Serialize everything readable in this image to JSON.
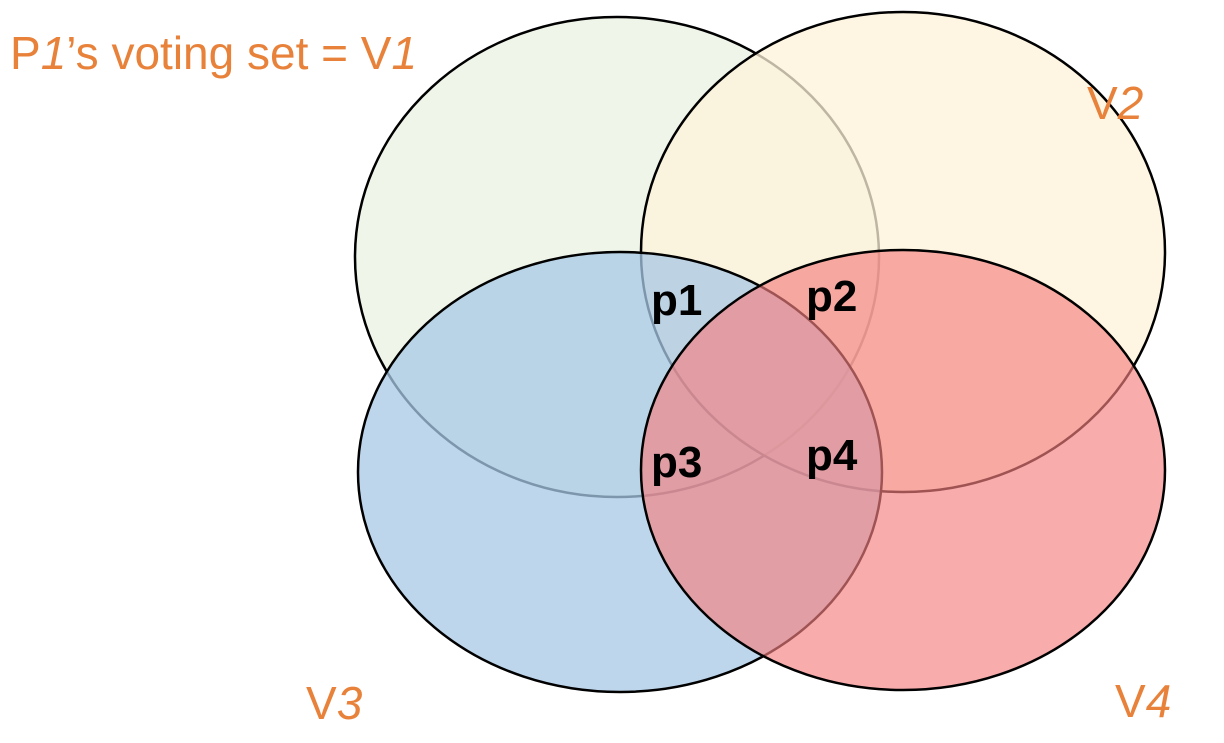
{
  "title": {
    "prefix": "P",
    "index": "1",
    "suffix": "’s voting set = V",
    "set_index": "1"
  },
  "sets": [
    {
      "id": "V1",
      "name": "V",
      "index": "1",
      "fill": "#eaf2e2"
    },
    {
      "id": "V2",
      "name": "V",
      "index": "2",
      "fill": "#fdf1d8"
    },
    {
      "id": "V3",
      "name": "V",
      "index": "3",
      "fill": "#a8c8e6"
    },
    {
      "id": "V4",
      "name": "V",
      "index": "4",
      "fill": "#f57f7f"
    }
  ],
  "points": [
    "p1",
    "p2",
    "p3",
    "p4"
  ],
  "colors": {
    "label": "#e8823a",
    "stroke": "#000000"
  }
}
